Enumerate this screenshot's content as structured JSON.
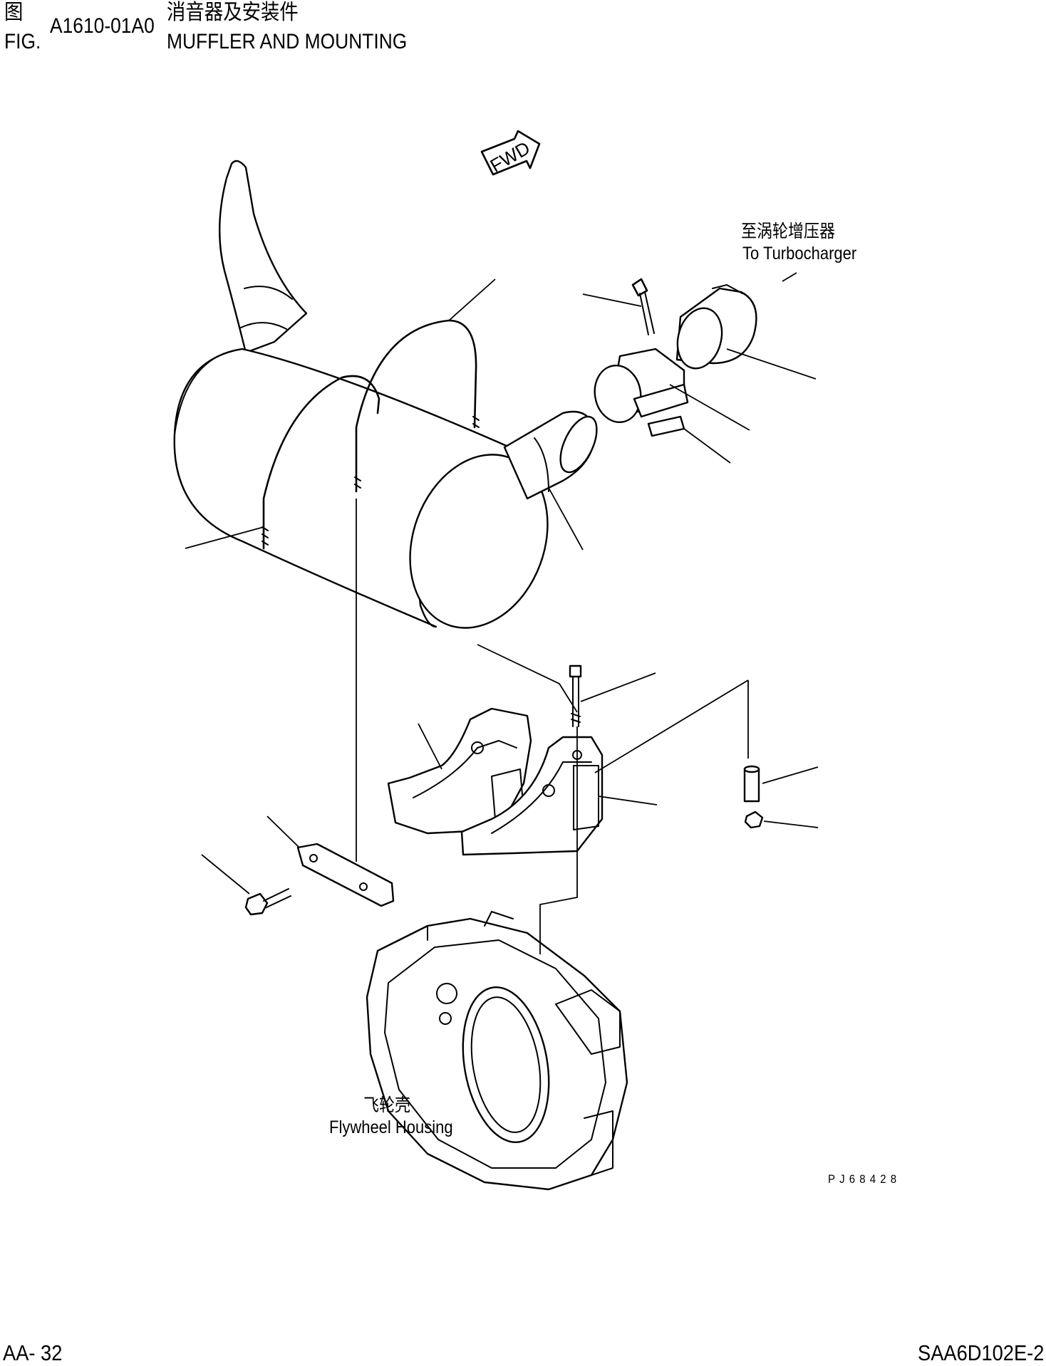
{
  "header": {
    "fig_cn": "图",
    "fig_en": "FIG.",
    "fig_number": "A1610-01A0",
    "title_cn": "消音器及安装件",
    "title_en": "MUFFLER AND MOUNTING"
  },
  "diagram": {
    "fwd_arrow": "FWD",
    "turbo_label_cn": "至涡轮增压器",
    "turbo_label_en": "To Turbocharger",
    "flywheel_label_cn": "飞轮壳",
    "flywheel_label_en": "Flywheel Housing",
    "drawing_code": "PJ68428"
  },
  "footer": {
    "page": "AA- 32",
    "model": "SAA6D102E-2"
  }
}
